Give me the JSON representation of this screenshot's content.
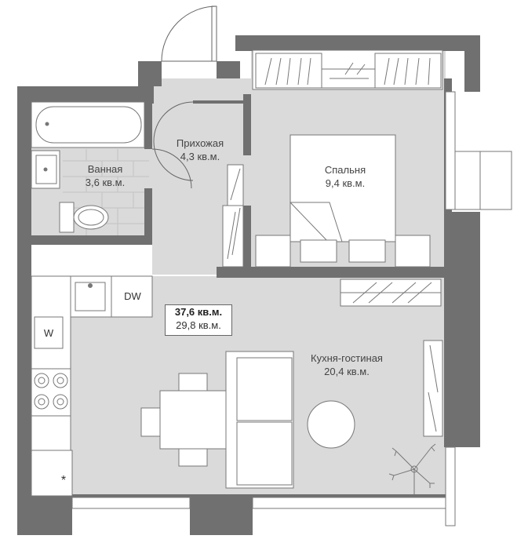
{
  "rooms": {
    "bathroom": {
      "name": "Ванная",
      "area": "3,6 кв.м."
    },
    "hallway": {
      "name": "Прихожая",
      "area": "4,3 кв.м."
    },
    "bedroom": {
      "name": "Спальня",
      "area": "9,4 кв.м."
    },
    "kitchen_living": {
      "name": "Кухня-гостиная",
      "area": "20,4 кв.м."
    }
  },
  "totals": {
    "total_area": "37,6 кв.м.",
    "living_area": "29,8 кв.м."
  },
  "appliances": {
    "dishwasher": "DW",
    "washer": "W",
    "fridge_mark": "*"
  },
  "colors": {
    "wall": "#707070",
    "floor": "#dadada",
    "tile": "#d2d2d2",
    "furniture": "#ffffff",
    "line": "#777777"
  }
}
